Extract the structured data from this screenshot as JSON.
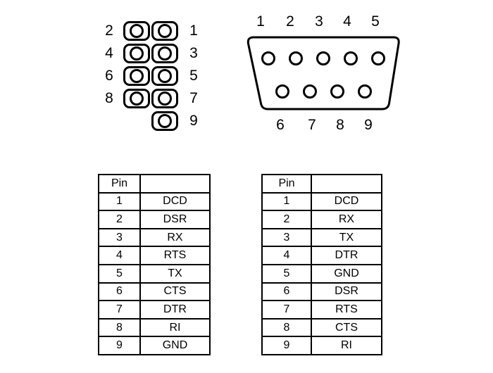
{
  "page": {
    "background": "#ffffff",
    "ink": "#000000"
  },
  "header_connector": {
    "left_labels": [
      "2",
      "4",
      "6",
      "8"
    ],
    "right_labels": [
      "1",
      "3",
      "5",
      "7",
      "9"
    ]
  },
  "db9_connector": {
    "top_labels": [
      "1",
      "2",
      "3",
      "4",
      "5"
    ],
    "bottom_labels": [
      "6",
      "7",
      "8",
      "9"
    ]
  },
  "tables": {
    "left": {
      "header": {
        "pin": "Pin",
        "signal": ""
      },
      "rows": [
        {
          "pin": "1",
          "signal": "DCD"
        },
        {
          "pin": "2",
          "signal": "DSR"
        },
        {
          "pin": "3",
          "signal": "RX"
        },
        {
          "pin": "4",
          "signal": "RTS"
        },
        {
          "pin": "5",
          "signal": "TX"
        },
        {
          "pin": "6",
          "signal": "CTS"
        },
        {
          "pin": "7",
          "signal": "DTR"
        },
        {
          "pin": "8",
          "signal": "RI"
        },
        {
          "pin": "9",
          "signal": "GND"
        }
      ]
    },
    "right": {
      "header": {
        "pin": "Pin",
        "signal": ""
      },
      "rows": [
        {
          "pin": "1",
          "signal": "DCD"
        },
        {
          "pin": "2",
          "signal": "RX"
        },
        {
          "pin": "3",
          "signal": "TX"
        },
        {
          "pin": "4",
          "signal": "DTR"
        },
        {
          "pin": "5",
          "signal": "GND"
        },
        {
          "pin": "6",
          "signal": "DSR"
        },
        {
          "pin": "7",
          "signal": "RTS"
        },
        {
          "pin": "8",
          "signal": "CTS"
        },
        {
          "pin": "9",
          "signal": "RI"
        }
      ]
    }
  }
}
